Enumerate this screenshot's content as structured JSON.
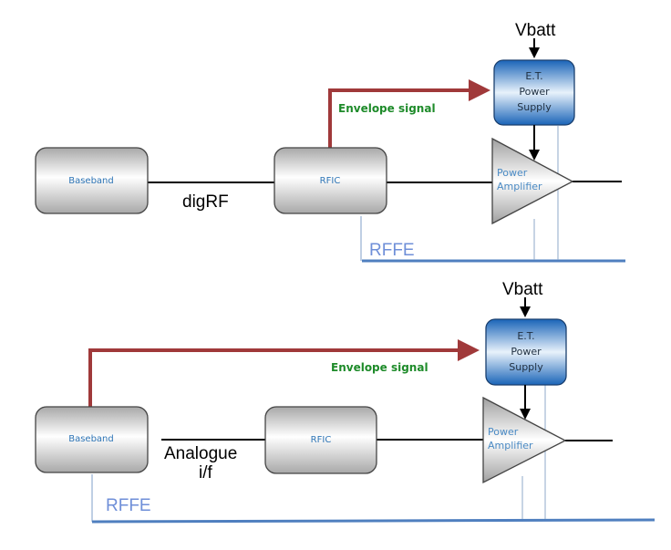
{
  "diagram": {
    "top": {
      "baseband": "Baseband",
      "rfic": "RFIC",
      "link_label": "digRF",
      "envelope_label": "Envelope signal",
      "vbatt": "Vbatt",
      "et_supply": [
        "E.T.",
        "Power",
        "Supply"
      ],
      "power_amplifier": [
        "Power",
        "Amplifier"
      ],
      "rffe": "RFFE"
    },
    "bottom": {
      "baseband": "Baseband",
      "rfic": "RFIC",
      "link_label": [
        "Analogue",
        "i/f"
      ],
      "envelope_label": "Envelope signal",
      "vbatt": "Vbatt",
      "et_supply": [
        "E.T.",
        "Power",
        "Supply"
      ],
      "power_amplifier": [
        "Power",
        "Amplifier"
      ],
      "rffe": "RFFE"
    },
    "colors": {
      "envelope_arrow": "#a0393a",
      "envelope_text": "#1e8b2a",
      "rffe_line": "#4f7fbf",
      "et_supply_fill": "#1f6fc0",
      "box_text": "#2e75b6"
    }
  }
}
